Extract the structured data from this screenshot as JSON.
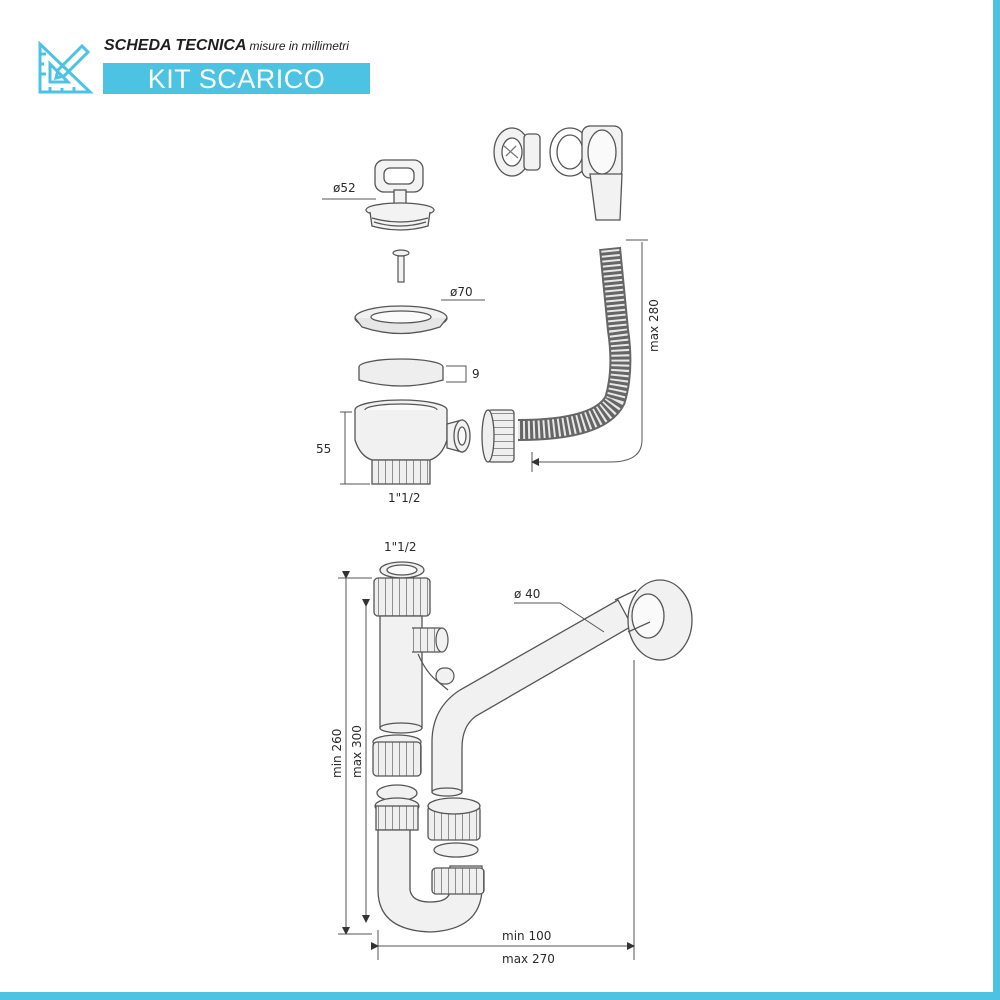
{
  "header": {
    "title": "SCHEDA TECNICA",
    "subtitle": "misure in millimetri",
    "banner": "KIT SCARICO"
  },
  "colors": {
    "accent": "#4cc3e3",
    "line": "#555555",
    "text": "#2a2a2a"
  },
  "icons": {
    "logo": "ruler-pencil-icon"
  },
  "top_drawing": {
    "labels": {
      "stopper_diameter": "ø52",
      "flange_diameter": "ø70",
      "ring_height": "9",
      "body_height": "55",
      "thread": "1\"1/2",
      "hose_length": "max 280"
    }
  },
  "bottom_drawing": {
    "labels": {
      "inlet_thread": "1\"1/2",
      "pipe_diameter": "ø 40",
      "min_height": "min 260",
      "max_height": "max 300",
      "min_width": "min 100",
      "max_width": "max 270"
    }
  }
}
